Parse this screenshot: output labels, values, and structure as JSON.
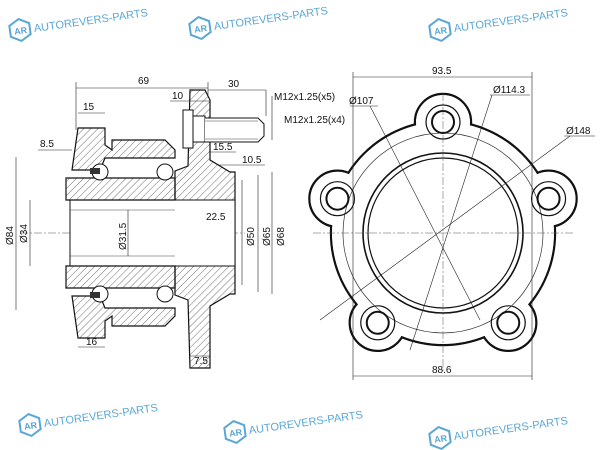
{
  "watermark": {
    "text": "AUTOREVERS-PARTS",
    "logo": "AR"
  },
  "side_view": {
    "dim_overall_length": "69",
    "dim_stud_length": "30",
    "dim_flange_thickness": "10",
    "dim_ear_width": "15",
    "stud_thread_5": "M12x1.25(x5)",
    "stud_thread_4": "M12x1.25(x4)",
    "dim_left_offset": "8.5",
    "dim_15_5": "15.5",
    "dim_10_5": "10.5",
    "dia_outer": "Ø84",
    "dia_bore_outer": "Ø34",
    "dia_bore": "Ø31.5",
    "dim_22_5": "22.5",
    "dia_50": "Ø50",
    "dia_65": "Ø65",
    "dia_68": "Ø68",
    "dim_16": "16",
    "dim_7_5": "7.5"
  },
  "front_view": {
    "dim_width": "93.5",
    "dia_107": "Ø107",
    "dia_pcd": "Ø114.3",
    "dia_148": "Ø148",
    "dim_bottom": "88.6"
  },
  "colors": {
    "watermark": "#5aa7d6",
    "line": "#111111"
  }
}
